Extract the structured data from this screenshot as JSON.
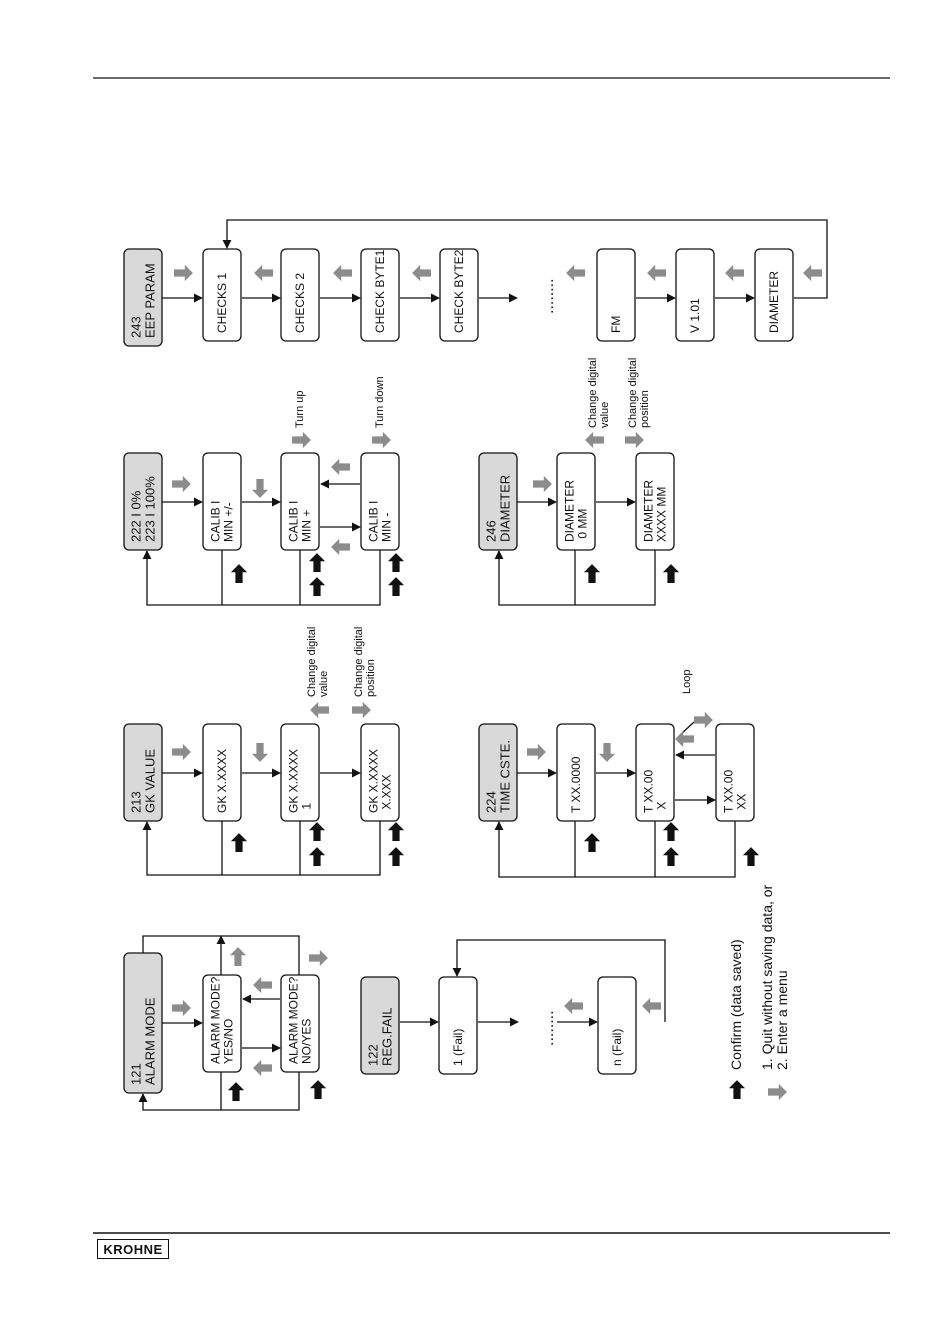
{
  "diagrams": {
    "alarm_mode": {
      "header": [
        "121",
        "ALARM MODE"
      ],
      "box1": [
        "ALARM MODE?",
        "YES/NO"
      ],
      "box2": [
        "ALARM MODE?",
        "NO/YES"
      ]
    },
    "reg_fail": {
      "header": [
        "122",
        "REG.FAIL"
      ],
      "first": "1 (Fail)",
      "last": "n (Fail)",
      "ellipsis": "........"
    },
    "gk_value": {
      "header": [
        "213",
        "GK VALUE"
      ],
      "box1": [
        "GK   X.XXXX"
      ],
      "box2": [
        "GK   X.XXXX",
        "       1"
      ],
      "box3": [
        "GK   X.XXXX",
        "       X.XXX"
      ],
      "change_value": [
        "Change digital",
        "value"
      ],
      "change_position": [
        "Change digital",
        "position"
      ]
    },
    "time_cste": {
      "header": [
        "224",
        "TIME CSTE."
      ],
      "box1": [
        "T   XX.0000"
      ],
      "box2": [
        "T   XX.00",
        "       X"
      ],
      "box3": [
        "T   XX.00",
        "       XX"
      ],
      "loop": "Loop"
    },
    "calib": {
      "header": [
        "222 I 0%",
        "223 I 100%"
      ],
      "box1": [
        "CALIB I",
        "MIN +/-"
      ],
      "box2": [
        "CALIB I",
        "MIN +"
      ],
      "box3": [
        "CALIB I",
        "MIN -"
      ],
      "turn_up": "Turn up",
      "turn_down": "Turn down"
    },
    "diameter": {
      "header": [
        "246",
        "DIAMETER"
      ],
      "box1": [
        "DIAMETER",
        "       0   MM"
      ],
      "box2": [
        "DIAMETER",
        "XXXX   MM"
      ],
      "change_value": [
        "Change digital",
        "value"
      ],
      "change_position": [
        "Change digital",
        "position"
      ]
    },
    "eep_param": {
      "header": [
        "243",
        "EEP PARAM"
      ],
      "boxes": [
        "CHECKS 1",
        "CHECKS 2",
        "CHECK BYTE1",
        "CHECK BYTE2",
        "FM",
        "V 1.01",
        "DIAMETER"
      ],
      "ellipsis": "........"
    }
  },
  "legend": {
    "confirm": "Confirm (data saved)",
    "quit_1": "1. Quit without saving data, or",
    "quit_2": "2. Enter a menu"
  },
  "footer": {
    "logo": "KROHNE"
  },
  "colors": {
    "header_fill": "#d9d9d9",
    "gray_arrow": "#8c8c8c",
    "black": "#111111"
  }
}
